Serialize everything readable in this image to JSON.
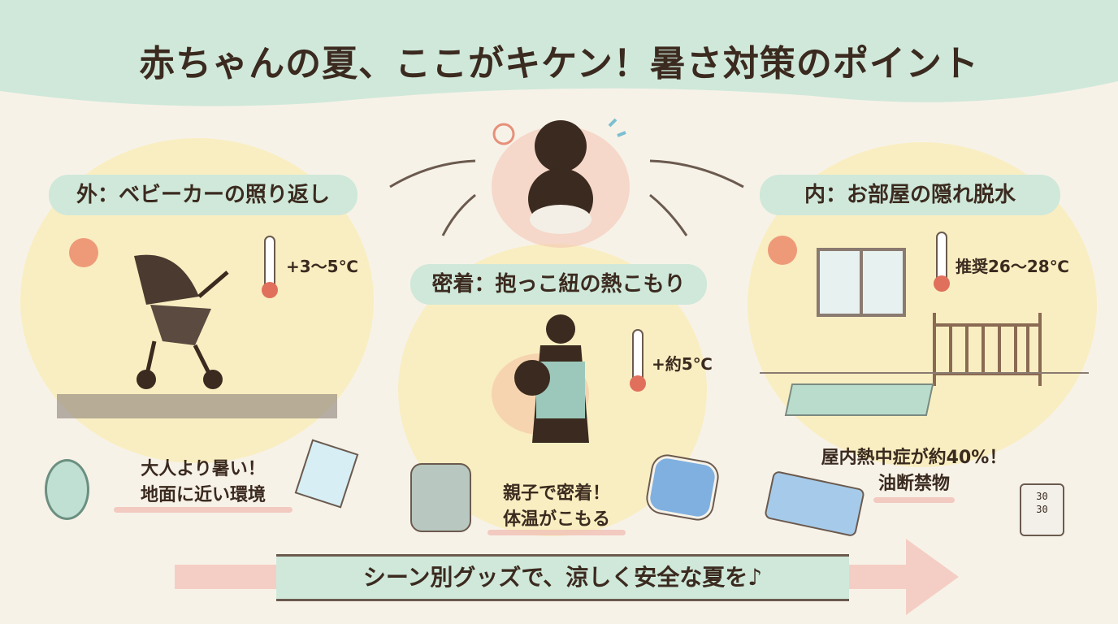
{
  "title": "赤ちゃんの夏、ここがキケン！暑さ対策のポイント",
  "colors": {
    "header_band": "#cfe8da",
    "circle": "#f8edbd",
    "text": "#3b2a1f",
    "accent_pink": "#f1c3b8",
    "background": "#f7f2e8"
  },
  "scenes": [
    {
      "label": "外：ベビーカーの照り返し",
      "temp": "+3〜5℃",
      "caption": [
        "大人より暑い！",
        "地面に近い環境"
      ],
      "icons": [
        "sun-icon",
        "thermometer-icon",
        "stroller-icon",
        "heat-waves-icon",
        "clip-fan-icon",
        "cooling-sheet-icon"
      ]
    },
    {
      "label": "密着：抱っこ紐の熱こもり",
      "temp": "+約5℃",
      "caption": [
        "親子で密着！",
        "体温がこもる"
      ],
      "icons": [
        "parent-carrying-baby-icon",
        "thermometer-icon",
        "mesh-carrier-icon",
        "ice-pack-icon"
      ]
    },
    {
      "label": "内：お部屋の隠れ脱水",
      "temp": "推奨26〜28℃",
      "caption": [
        "屋内熱中症が約40%！",
        "油断禁物"
      ],
      "icons": [
        "sun-icon",
        "window-icon",
        "thermometer-icon",
        "crib-icon",
        "mat-icon",
        "cooling-mat-icon",
        "hygrometer-icon"
      ],
      "hygrometer_readings": [
        "30",
        "30"
      ]
    }
  ],
  "footer": "シーン別グッズで、涼しく安全な夏を♪"
}
